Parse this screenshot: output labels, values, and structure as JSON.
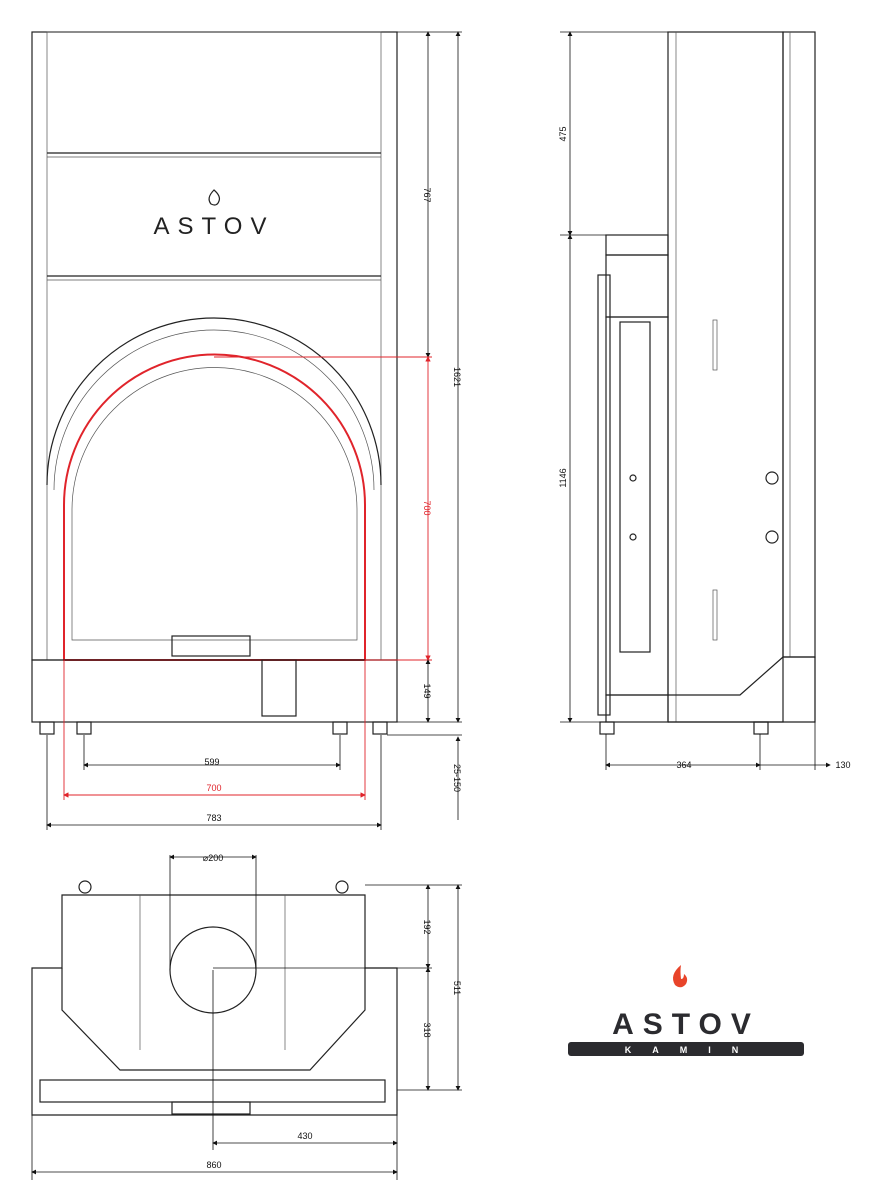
{
  "brand": {
    "name": "ASTOV",
    "subtitle": "KAMIN"
  },
  "front_view": {
    "dimensions": {
      "upper_height": "767",
      "opening_height": "700",
      "base_height": "149",
      "total_height": "1621",
      "leg_adjust": "25-150",
      "leg_spacing": "599",
      "opening_width": "700",
      "total_width": "783"
    }
  },
  "side_view": {
    "dimensions": {
      "top_section": "475",
      "lower_section": "1146",
      "depth": "364",
      "rear_offset": "130"
    }
  },
  "top_view": {
    "dimensions": {
      "flue_diameter": "200",
      "flue_offset_depth": "192",
      "front_depth": "318",
      "total_depth": "511",
      "flue_offset_width": "430",
      "total_width": "860"
    },
    "diameter_symbol": "⌀"
  },
  "colors": {
    "accent": "#e0242b",
    "logo": "#2b2b2f"
  }
}
